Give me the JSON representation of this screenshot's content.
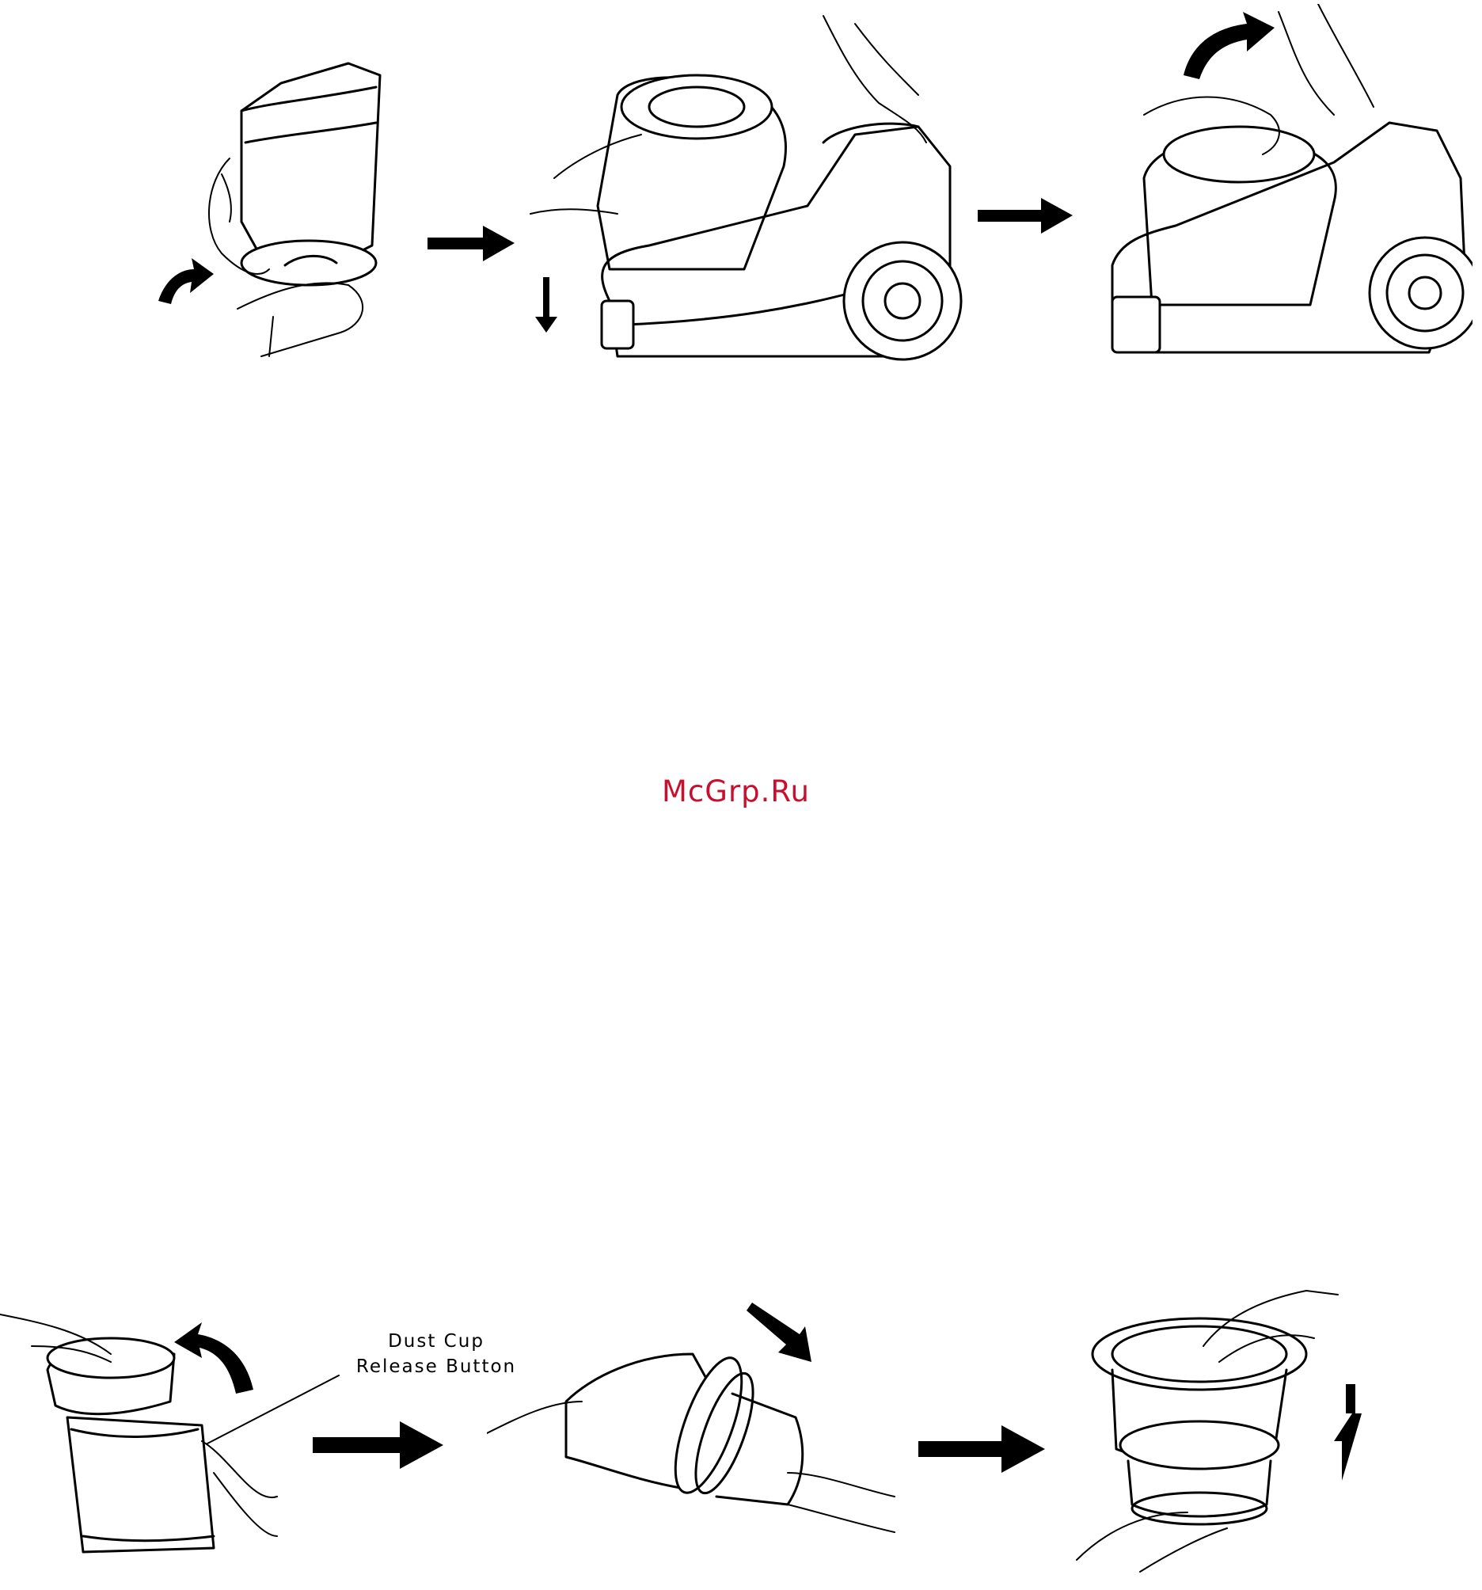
{
  "page": {
    "watermark": "McGrp.Ru",
    "colors": {
      "watermark": "#c8102e",
      "ink": "#000000",
      "paper": "#ffffff"
    }
  },
  "top_row": {
    "steps": [
      {
        "icon": "dust-cup-in-hands-illustration"
      },
      {
        "icon": "insert-dust-cup-illustration"
      },
      {
        "icon": "lock-handle-illustration"
      }
    ]
  },
  "bottom_row": {
    "callout": {
      "line1": "Dust Cup",
      "line2": "Release Button"
    },
    "steps": [
      {
        "icon": "press-release-button-illustration"
      },
      {
        "icon": "remove-dust-cup-illustration"
      },
      {
        "icon": "lift-filter-illustration"
      }
    ]
  }
}
